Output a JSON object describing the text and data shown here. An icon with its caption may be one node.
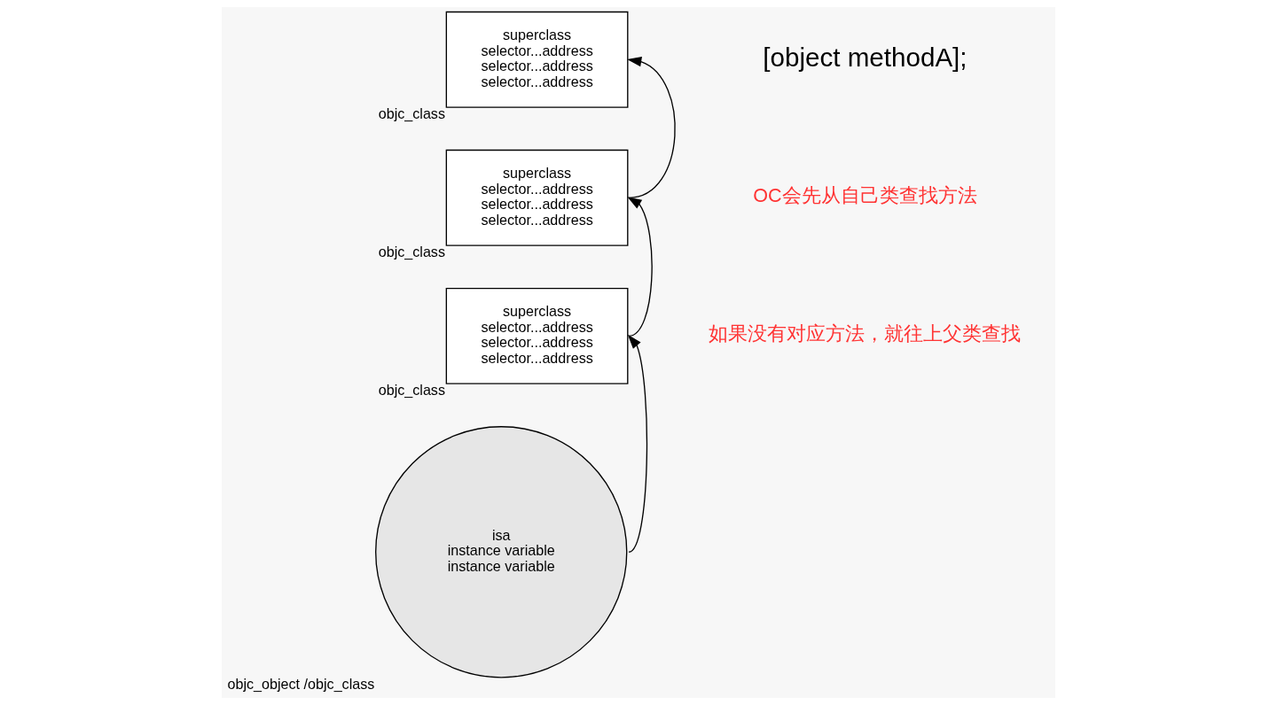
{
  "diagram": {
    "nodes": [
      {
        "text": [
          "superclass",
          "selector...address",
          "selector...address",
          "selector...address"
        ],
        "beside": [
          "objc_class"
        ]
      },
      {
        "text": [
          "superclass",
          "selector...address",
          "selector...address",
          "selector...address"
        ],
        "beside": [
          "objc_class"
        ]
      },
      {
        "text": [
          "superclass",
          "selector...address",
          "selector...address",
          "selector...address"
        ],
        "beside": [
          "objc_class"
        ]
      },
      {
        "text": [
          "isa",
          "instance variable",
          "instance variable"
        ],
        "beside": [
          "objc_object /objc_class"
        ]
      }
    ],
    "edges": [
      {
        "from": 3,
        "to": 2,
        "arrow": "to"
      },
      {
        "from": 2,
        "to": 1,
        "arrow": "to"
      },
      {
        "from": 1,
        "to": 0,
        "arrow": "to"
      }
    ],
    "labels": [
      "[object methodA];",
      "OC会先从自己类查找方法",
      "如果没有对应方法，就往上父类查找"
    ]
  }
}
